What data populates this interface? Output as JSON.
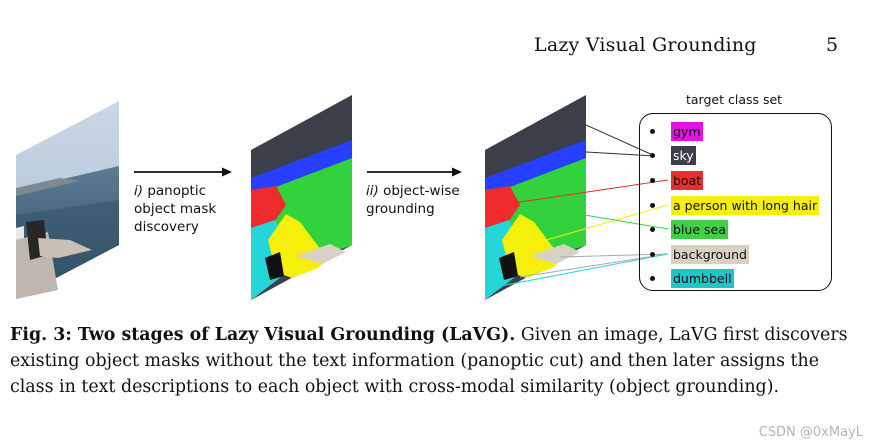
{
  "header": {
    "running_title": "Lazy Visual Grounding",
    "page_number": "5"
  },
  "figure": {
    "step1_label": {
      "italic": "i)",
      "rest_line1": " panoptic",
      "line2": "object mask",
      "line3": "discovery"
    },
    "step2_label": {
      "italic": "ii)",
      "rest_line1": " object-wise",
      "line2": "grounding"
    },
    "target_title": "target class set",
    "classes": [
      {
        "label": "gym",
        "color": "#e312e3",
        "text_color": "#111111"
      },
      {
        "label": "sky",
        "color": "#3b3f4a",
        "text_color": "#ffffff"
      },
      {
        "label": "boat",
        "color": "#ef2b2b",
        "text_color": "#111111"
      },
      {
        "label": "a person with long hair",
        "color": "#f5ef0b",
        "text_color": "#111111"
      },
      {
        "label": "blue sea",
        "color": "#3fd048",
        "text_color": "#111111"
      },
      {
        "label": "background",
        "color": "#d8d2c4",
        "text_color": "#111111"
      },
      {
        "label": "dumbbell",
        "color": "#20c6c6",
        "text_color": "#111111"
      }
    ]
  },
  "caption": {
    "bold": "Fig. 3: Two stages of Lazy Visual Grounding (LaVG).",
    "text": " Given an image, LaVG first discovers existing object masks without the text information (panoptic cut) and then later assigns the class in text descriptions to each object with cross-modal similarity (object grounding)."
  },
  "watermark": "CSDN @0xMayL"
}
